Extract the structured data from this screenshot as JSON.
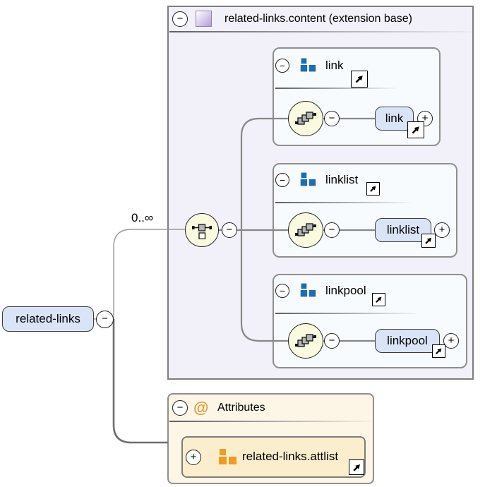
{
  "diagram": {
    "root_element": {
      "label": "related-links"
    },
    "multiplicity": "0..∞",
    "extension": {
      "title": "related-links.content (extension base)",
      "groups": [
        {
          "title": "link",
          "element": "link"
        },
        {
          "title": "linklist",
          "element": "linklist"
        },
        {
          "title": "linkpool",
          "element": "linkpool"
        }
      ]
    },
    "attributes": {
      "title": "Attributes",
      "at_symbol": "@",
      "attlist": "related-links.attlist"
    },
    "symbols": {
      "collapse": "−",
      "expand": "+"
    },
    "colors": {
      "element_fill": "#d9e5f7",
      "extension_box_bg": "#f2f0f8",
      "group_box_bg": "#f8fbfe",
      "attributes_box_bg": "#fdf5e5",
      "attlist_box_bg": "#fbeecd",
      "blue_group_icon": "#1f6cb0",
      "orange_group_icon": "#f09c23",
      "compositor_circle_fill": "#fafae1",
      "connector": "#808080"
    }
  }
}
